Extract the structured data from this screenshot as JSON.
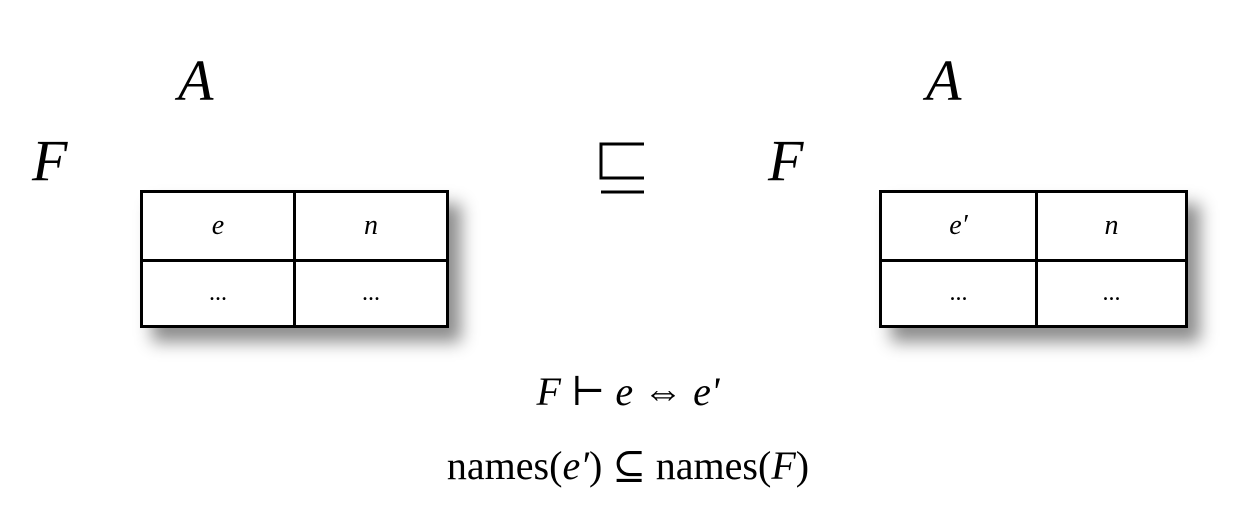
{
  "left": {
    "top_label": "A",
    "side_label": "F",
    "table": {
      "headers": [
        "e",
        "n"
      ],
      "rows": [
        [
          "...",
          "..."
        ]
      ]
    }
  },
  "relation_symbol": "⊑",
  "right": {
    "top_label": "A",
    "side_label": "F",
    "table": {
      "headers": [
        "e′",
        "n"
      ],
      "rows": [
        [
          "...",
          "..."
        ]
      ]
    }
  },
  "conditions": {
    "line1": {
      "f": "F",
      "turnstile": "⊢",
      "e": "e",
      "iff": "⇔",
      "e_prime": "e'"
    },
    "line2": {
      "names1": "names(",
      "e_prime": "e′",
      "close1": ")",
      "subseteq": "⊆",
      "names2": "names(",
      "f": "F",
      "close2": ")"
    }
  }
}
